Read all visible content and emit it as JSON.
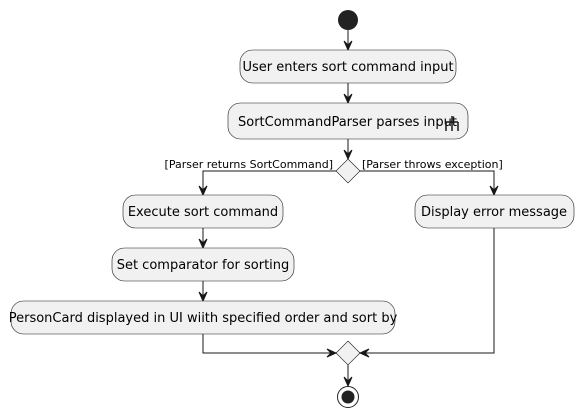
{
  "diagram": {
    "type": "activity-diagram",
    "activities": {
      "enter_input": "User enters sort command input",
      "parse_input": "SortCommandParser parses input",
      "execute_sort": "Execute sort command",
      "set_comparator": "Set comparator for sorting",
      "display_cards": "PersonCard displayed in UI wiith specified order and sort by",
      "display_error": "Display error message"
    },
    "branch": {
      "left_guard": "[Parser returns SortCommand]",
      "right_guard": "[Parser throws exception]"
    },
    "icons": {
      "parse_input_icon": "rake-icon"
    },
    "colors": {
      "node_fill": "#f1f1f1",
      "stroke": "#181818",
      "start_fill": "#222222"
    }
  }
}
